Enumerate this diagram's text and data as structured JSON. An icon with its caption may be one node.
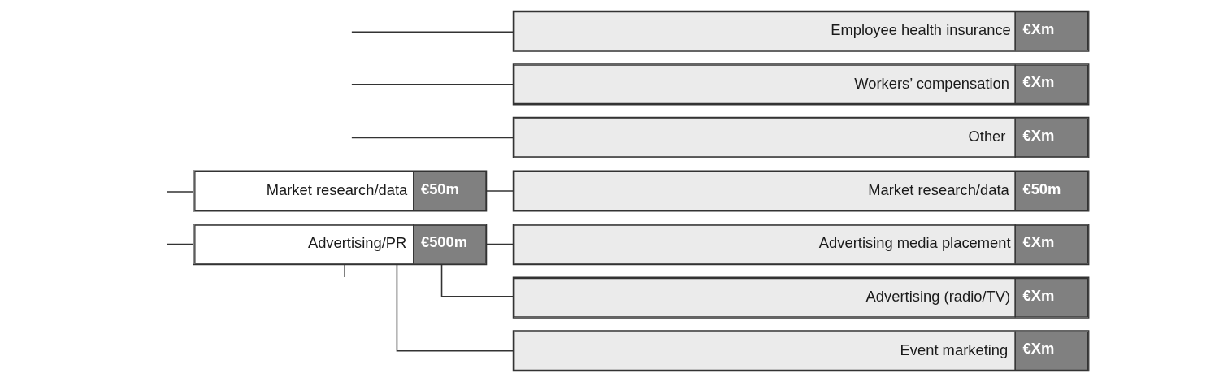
{
  "diagram": {
    "nodes": [
      {
        "text": [
          "Employee health insurance",
          "€Xm"
        ]
      },
      {
        "text": [
          "Workers’ compensation",
          "€Xm"
        ]
      },
      {
        "text": [
          "Other",
          "€Xm"
        ]
      },
      {
        "text": [
          "Market research/data",
          "€50m"
        ]
      },
      {
        "text": [
          "Market research/data",
          "€50m"
        ]
      },
      {
        "text": [
          "Advertising/PR",
          "€500m"
        ]
      },
      {
        "text": [
          "Advertising media placement",
          "€Xm"
        ]
      },
      {
        "text": [
          "Advertising (radio/TV)",
          "€Xm"
        ]
      },
      {
        "text": [
          "Event marketing",
          "€Xm"
        ]
      }
    ],
    "edges": [
      {
        "from": null,
        "to": 0,
        "arrow": "none"
      },
      {
        "from": null,
        "to": 1,
        "arrow": "none"
      },
      {
        "from": null,
        "to": 2,
        "arrow": "none"
      },
      {
        "from": null,
        "to": 3,
        "arrow": "none"
      },
      {
        "from": null,
        "to": 5,
        "arrow": "none"
      },
      {
        "from": 3,
        "to": 4,
        "arrow": "none"
      },
      {
        "from": 5,
        "to": 6,
        "arrow": "none"
      },
      {
        "from": 5,
        "to": 7,
        "arrow": "none"
      },
      {
        "from": 5,
        "to": 8,
        "arrow": "none"
      },
      {
        "from": 5,
        "to": null,
        "arrow": "none"
      }
    ]
  }
}
